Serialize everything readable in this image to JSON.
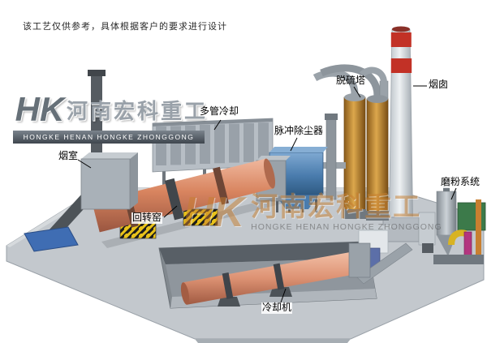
{
  "note": "该工艺仅供参考，具体根据客户的要求进行设计",
  "logo": {
    "monogram": "HK",
    "name_cn": "河南宏科重工",
    "name_en": "HONGKE HENAN HONGKE ZHONGGONG"
  },
  "watermark": {
    "monogram": "HK",
    "name_cn": "河南宏科重工",
    "name_en": "HONGKE HENAN HONGKE ZHONGGONG"
  },
  "labels": {
    "smoke_chamber": "烟室",
    "multi_tube_cooler": "多管冷却",
    "pulse_dust_collector": "脉冲除尘器",
    "desulfurization_tower": "脱硫塔",
    "chimney": "烟囱",
    "grinding_system": "磨粉系统",
    "rotary_kiln": "回转窑",
    "cooling_machine": "冷却机"
  },
  "colors": {
    "platform": "#c3c8cd",
    "kiln": "#d8845f",
    "cooling_machine": "#dd9273",
    "multi_tube_cooler": "#b7bec5",
    "dust_collector": "#4a7cad",
    "desulf_tower": "#c08a3a",
    "chimney": "#dfe4e8",
    "chimney_band": "#c23126",
    "water_pool": "#3f6db3",
    "grinding_green": "#3c7a4a",
    "pipe_magenta": "#b3357f",
    "pipe_orange": "#c87f30",
    "hazard_yellow": "#e8c21a"
  }
}
